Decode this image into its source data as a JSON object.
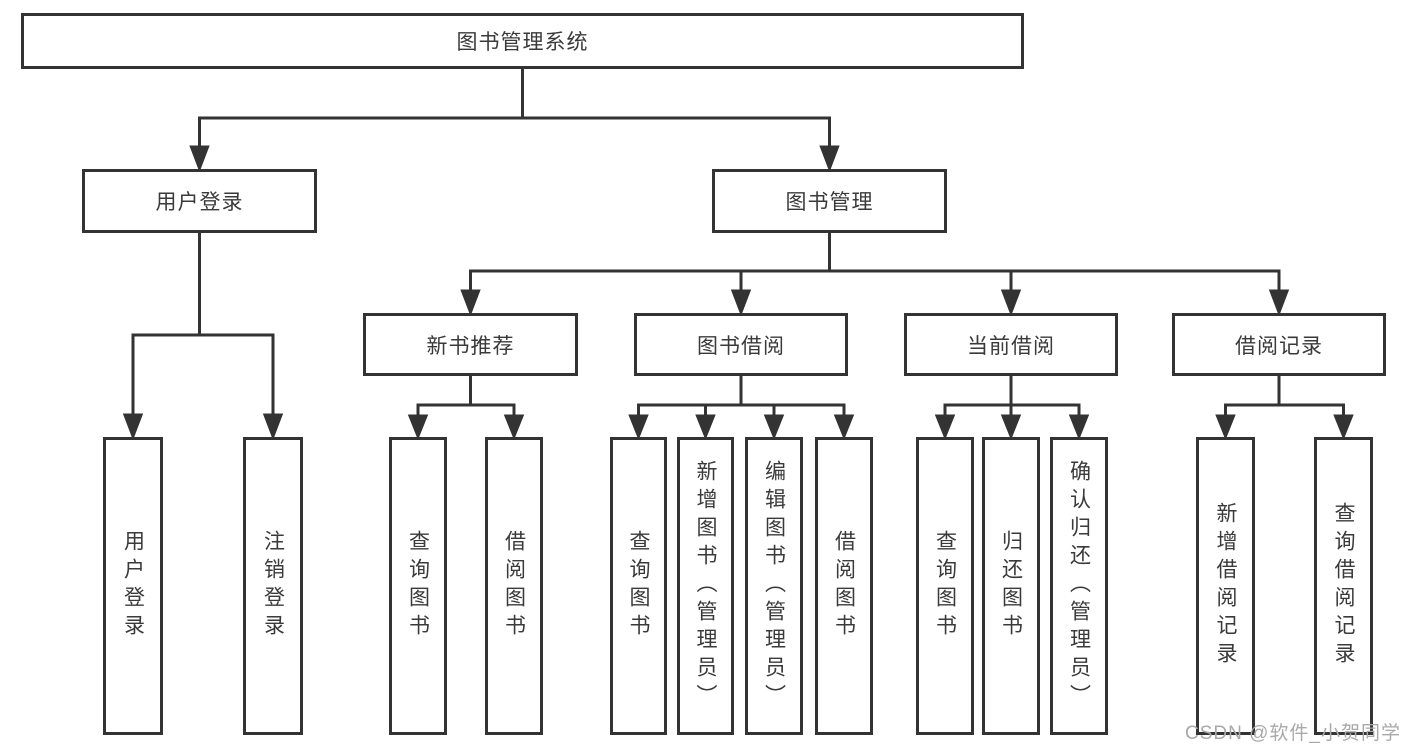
{
  "diagram": {
    "type": "tree",
    "title": "图书管理系统",
    "colors": {
      "line": "#333333",
      "box_border": "#333333",
      "box_fill": "#ffffff",
      "text": "#3a3a3a",
      "watermark": "#a9a9a9"
    },
    "hierarchy": {
      "root": [
        "user_login_branch",
        "book_mgmt_branch"
      ],
      "user_login_branch": [
        "leaf_user_login",
        "leaf_logout"
      ],
      "book_mgmt_branch": [
        "new_book_rec",
        "book_borrow",
        "current_borrow",
        "borrow_record"
      ],
      "new_book_rec": [
        "leaf_rec_query",
        "leaf_rec_borrow"
      ],
      "book_borrow": [
        "leaf_bb_query",
        "leaf_bb_add",
        "leaf_bb_edit",
        "leaf_bb_borrow"
      ],
      "current_borrow": [
        "leaf_cb_query",
        "leaf_cb_return",
        "leaf_cb_confirm"
      ],
      "borrow_record": [
        "leaf_br_add",
        "leaf_br_query"
      ]
    }
  },
  "nodes": {
    "root": {
      "label": "图书管理系统"
    },
    "user_login_branch": {
      "label": "用户登录"
    },
    "book_mgmt_branch": {
      "label": "图书管理"
    },
    "new_book_rec": {
      "label": "新书推荐"
    },
    "book_borrow": {
      "label": "图书借阅"
    },
    "current_borrow": {
      "label": "当前借阅"
    },
    "borrow_record": {
      "label": "借阅记录"
    },
    "leaf_user_login": {
      "label": "用户登录"
    },
    "leaf_logout": {
      "label": "注销登录"
    },
    "leaf_rec_query": {
      "label": "查询图书"
    },
    "leaf_rec_borrow": {
      "label": "借阅图书"
    },
    "leaf_bb_query": {
      "label": "查询图书"
    },
    "leaf_bb_add": {
      "label": "新增图书（管理员）"
    },
    "leaf_bb_edit": {
      "label": "编辑图书（管理员）"
    },
    "leaf_bb_borrow": {
      "label": "借阅图书"
    },
    "leaf_cb_query": {
      "label": "查询图书"
    },
    "leaf_cb_return": {
      "label": "归还图书"
    },
    "leaf_cb_confirm": {
      "label": "确认归还（管理员）"
    },
    "leaf_br_add": {
      "label": "新增借阅记录"
    },
    "leaf_br_query": {
      "label": "查询借阅记录"
    }
  },
  "watermark": {
    "text": "CSDN @软件_小贺同学"
  }
}
